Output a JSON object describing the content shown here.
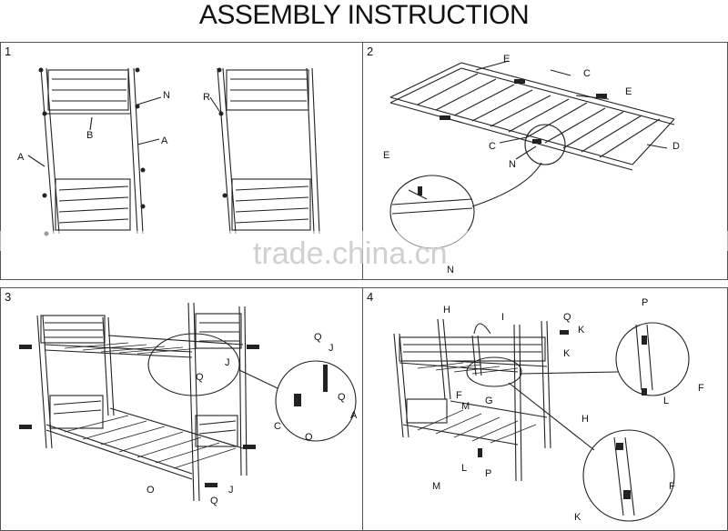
{
  "title": "ASSEMBLY INSTRUCTION",
  "watermark": "trade.china.cn",
  "panels": [
    {
      "number": "1",
      "labels": {
        "a1": "A",
        "a2": "A",
        "b": "B",
        "n": "N",
        "r": "R"
      }
    },
    {
      "number": "2",
      "labels": {
        "e1": "E",
        "e2": "E",
        "e3": "E",
        "c1": "C",
        "c2": "C",
        "d": "D",
        "n1": "N",
        "n2": "N"
      }
    },
    {
      "number": "3",
      "labels": {
        "q1": "Q",
        "q2": "Q",
        "q3": "Q",
        "q4": "Q",
        "j1": "J",
        "j2": "J",
        "j3": "J",
        "o1": "O",
        "o2": "O",
        "c": "C",
        "a": "A"
      }
    },
    {
      "number": "4",
      "labels": {
        "h1": "H",
        "h2": "H",
        "i": "I",
        "q": "Q",
        "k1": "K",
        "k2": "K",
        "k3": "K",
        "p1": "P",
        "p2": "P",
        "f1": "F",
        "f2": "F",
        "f3": "F",
        "m1": "M",
        "m2": "M",
        "g": "G",
        "l1": "L",
        "l2": "L"
      }
    }
  ]
}
